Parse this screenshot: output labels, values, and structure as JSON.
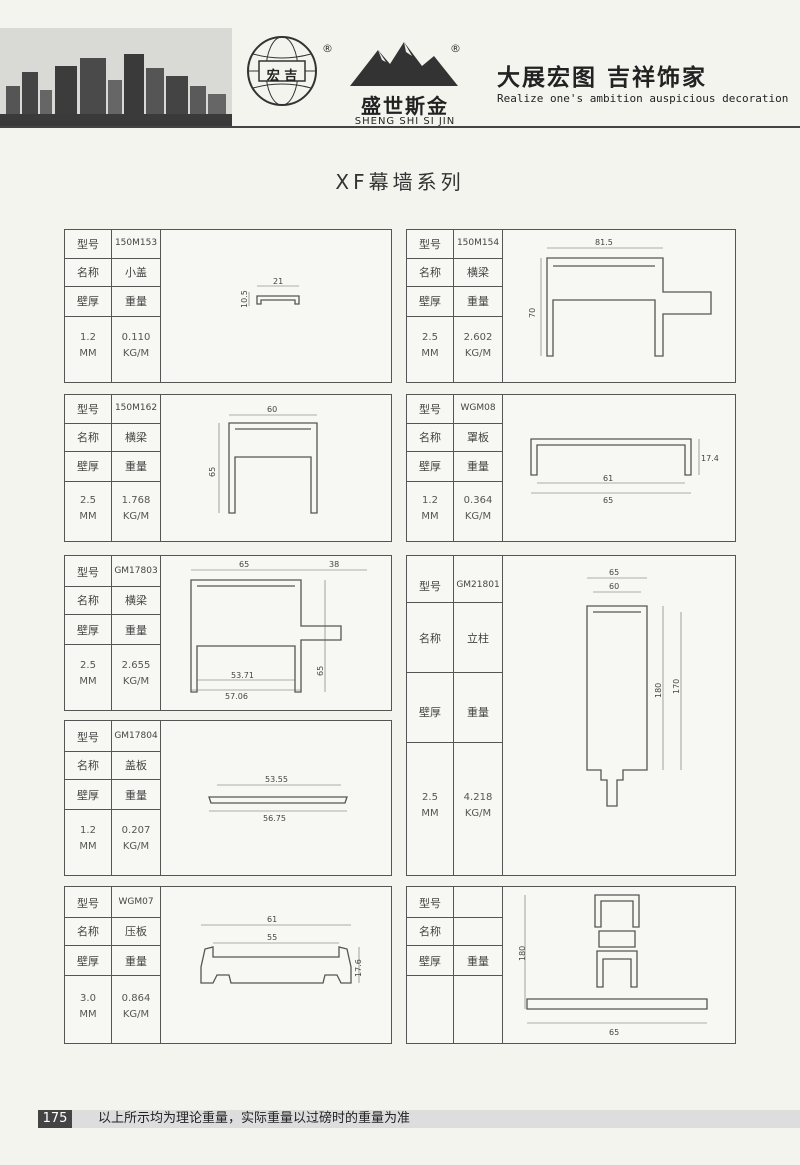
{
  "header": {
    "globe_text": "宏 吉",
    "brand_cn": "盛世斯金",
    "brand_en": "SHENG SHI SI JIN",
    "reg_mark": "®",
    "slogan_cn": "大展宏图 吉祥饰家",
    "slogan_en": "Realize one's ambition auspicious decoration"
  },
  "page_title": "XF幕墙系列",
  "labels": {
    "model": "型号",
    "name": "名称",
    "thickness": "壁厚",
    "weight": "重量",
    "unit_mm": "MM",
    "unit_kgm": "KG/M"
  },
  "products": [
    {
      "model": "150M153",
      "name": "小盖",
      "thickness": "1.2",
      "weight": "0.110",
      "dims": [
        "21",
        "10.5"
      ]
    },
    {
      "model": "150M154",
      "name": "横梁",
      "thickness": "2.5",
      "weight": "2.602",
      "dims": [
        "81.5",
        "70"
      ]
    },
    {
      "model": "150M162",
      "name": "横梁",
      "thickness": "2.5",
      "weight": "1.768",
      "dims": [
        "60",
        "65"
      ]
    },
    {
      "model": "WGM08",
      "name": "罩板",
      "thickness": "1.2",
      "weight": "0.364",
      "dims": [
        "17.4",
        "61",
        "65"
      ]
    },
    {
      "model": "GM17803",
      "name": "横梁",
      "thickness": "2.5",
      "weight": "2.655",
      "dims": [
        "65",
        "38",
        "65",
        "53.71",
        "57.06"
      ]
    },
    {
      "model": "GM21801",
      "name": "立柱",
      "thickness": "2.5",
      "weight": "4.218",
      "dims": [
        "65",
        "60",
        "180",
        "170"
      ]
    },
    {
      "model": "GM17804",
      "name": "盖板",
      "thickness": "1.2",
      "weight": "0.207",
      "dims": [
        "53.55",
        "56.75"
      ]
    },
    {
      "model": "WGM07",
      "name": "压板",
      "thickness": "3.0",
      "weight": "0.864",
      "dims": [
        "61",
        "55",
        "17.6"
      ]
    },
    {
      "model": "",
      "name": "",
      "thickness": "",
      "weight": "",
      "dims": [
        "180",
        "65"
      ]
    }
  ],
  "footer": {
    "page_number": "175",
    "note": "以上所示均为理论重量，实际重量以过磅时的重量为准"
  }
}
